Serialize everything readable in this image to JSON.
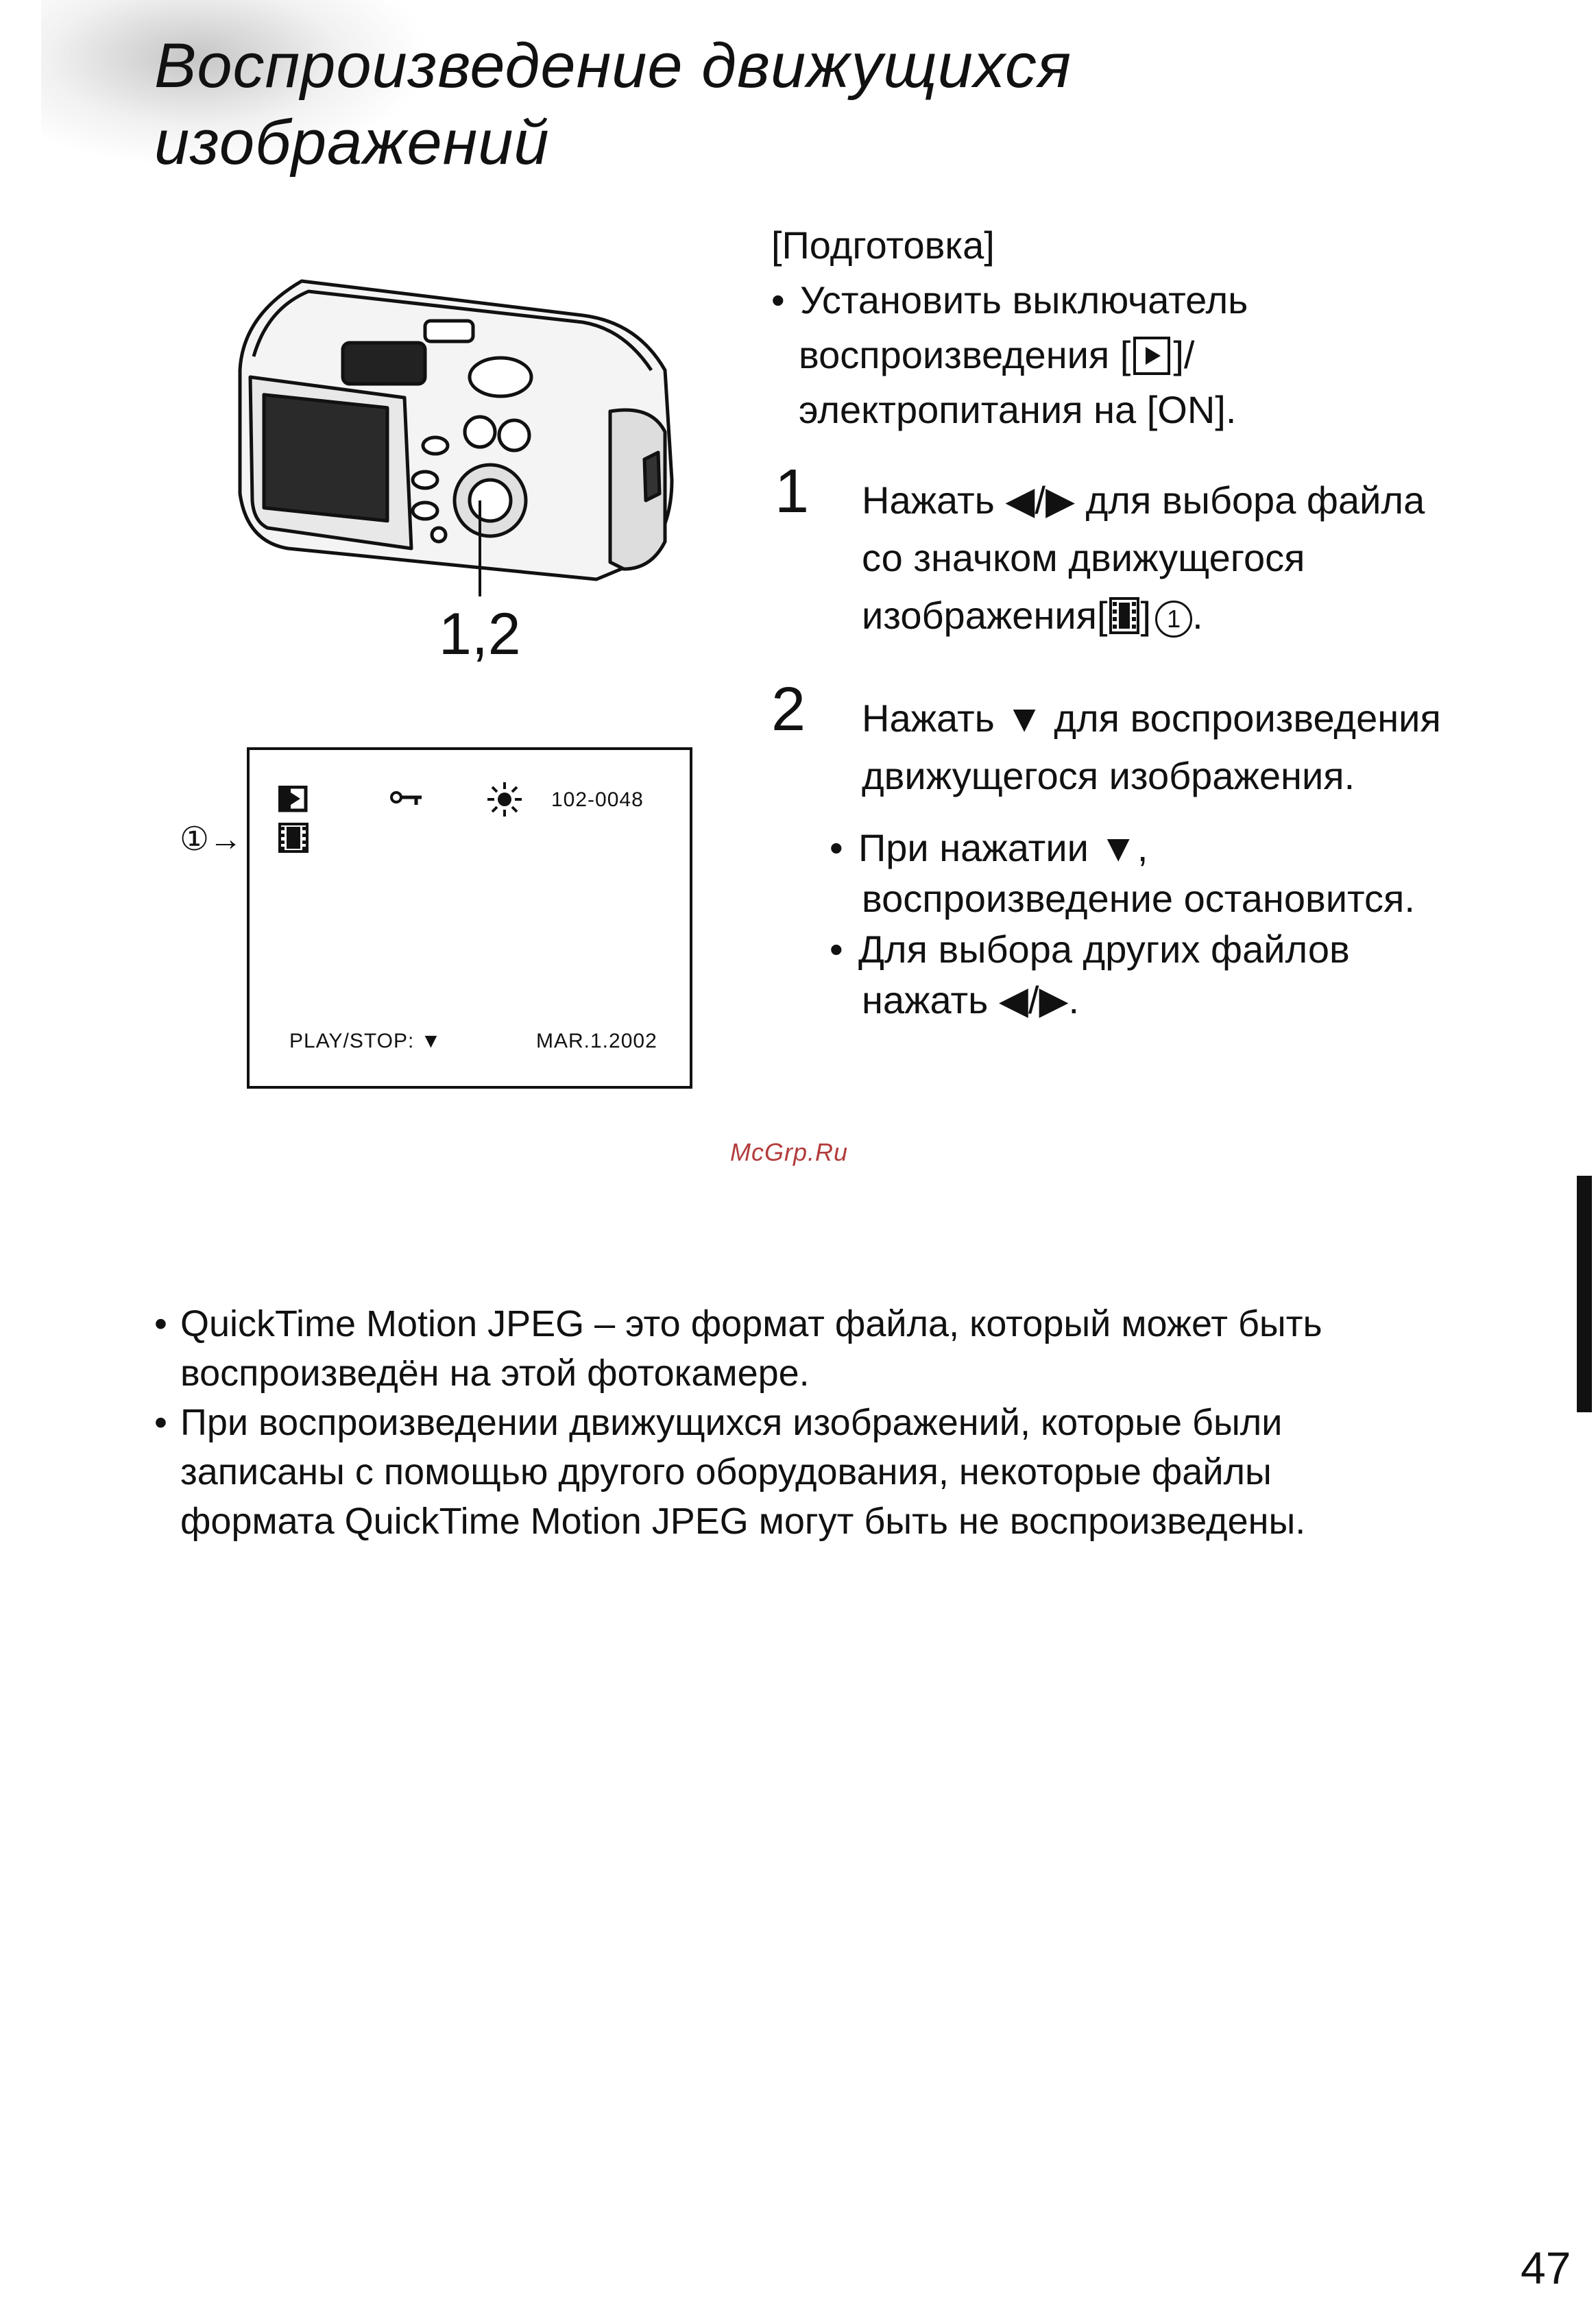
{
  "title": {
    "line1": "Воспроизведение движущихся",
    "line2": "изображений"
  },
  "preparation": {
    "heading": "[Подготовка]",
    "bullet_line1": "Установить выключатель",
    "line2_before": "воспроизведения [",
    "line2_after": "]/",
    "line3": "электропитания на [ON]."
  },
  "step1": {
    "number": "1",
    "line1": "Нажать ◀/▶  для выбора файла",
    "line2": "со значком движущегося",
    "line3_before": "изображения[",
    "line3_after": "]",
    "marker": "1",
    "end": "."
  },
  "step2": {
    "number": "2",
    "line1": "Нажать ▼ для воспроизведения",
    "line2": "движущегося изображения.",
    "sub1_line1": "При нажатии ▼,",
    "sub1_line2": "воспроизведение остановится.",
    "sub2_line1": "Для выбора других файлов",
    "sub2_line2": "нажать ◀/▶."
  },
  "camera_callout": "1,2",
  "lcd": {
    "file_number": "102-0048",
    "play_stop": "PLAY/STOP: ▼",
    "date": "MAR.1.2002",
    "marker": "①→"
  },
  "watermark": "McGrp.Ru",
  "notes": {
    "n1_line1": "QuickTime Motion JPEG – это формат файла, который может быть",
    "n1_line2": "воспроизведён на этой фотокамере.",
    "n2_line1": "При воспроизведении движущихся изображений, которые были",
    "n2_line2": "записаны с помощью другого оборудования, некоторые файлы",
    "n2_line3": "формата QuickTime Motion JPEG могут быть не воспроизведены."
  },
  "page_number": "47"
}
